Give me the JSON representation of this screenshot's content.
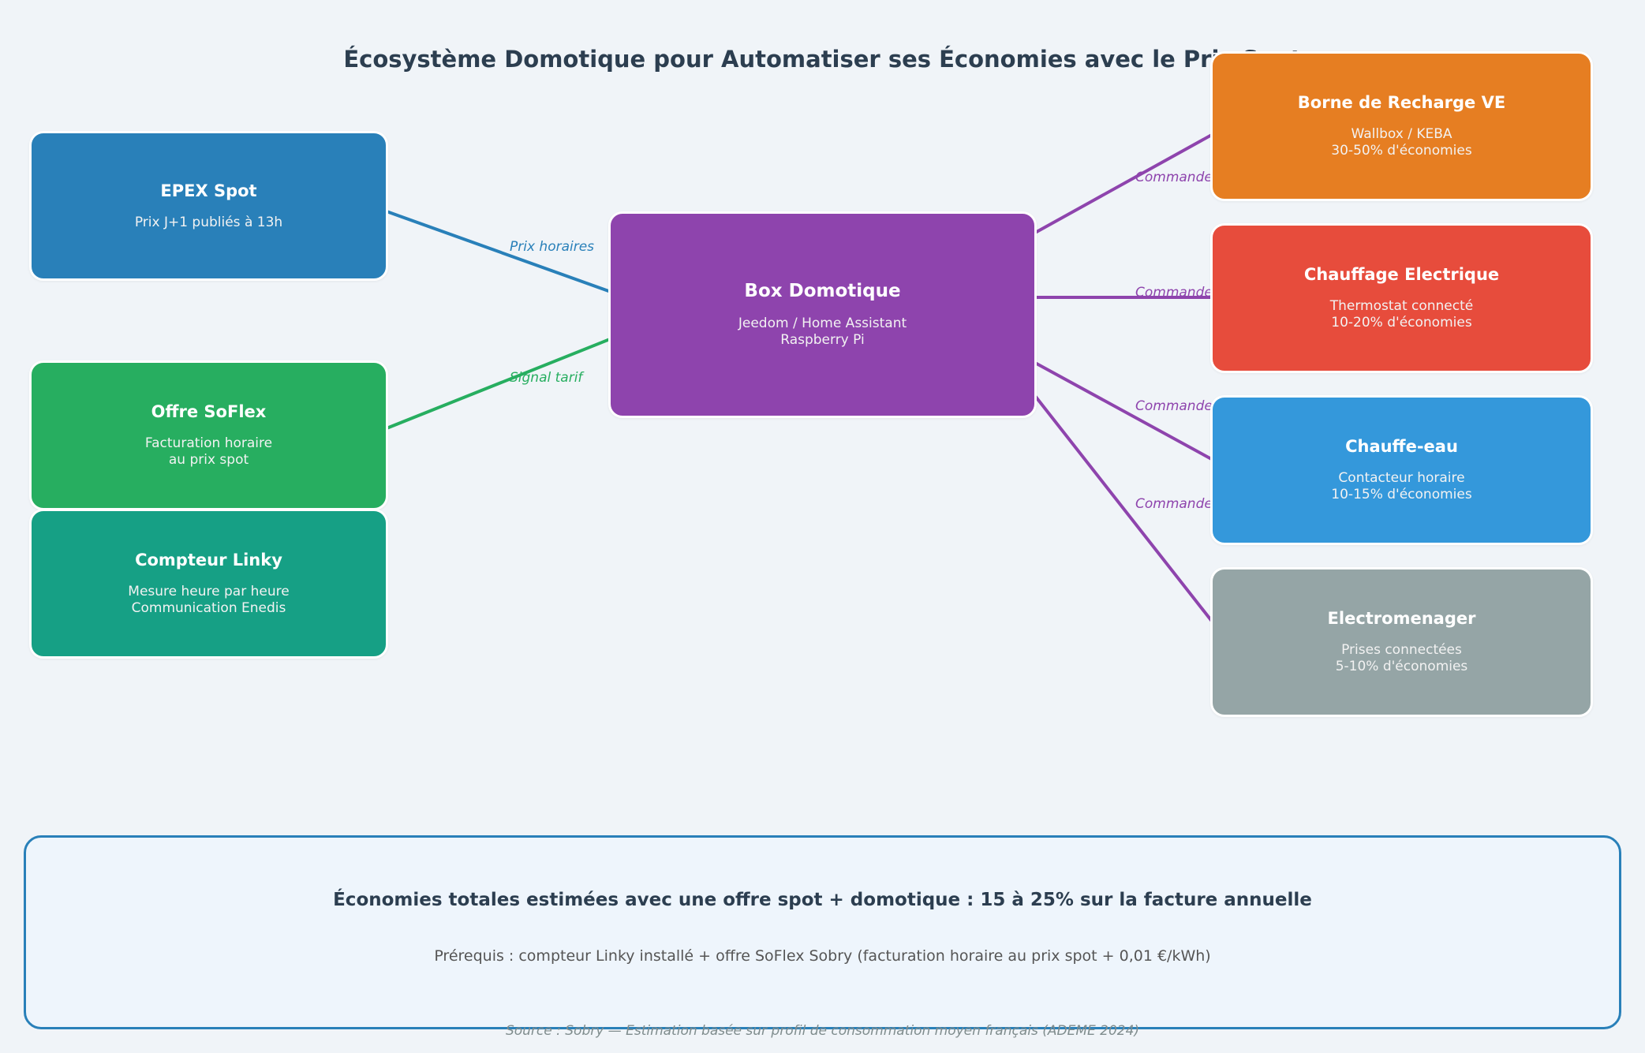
{
  "title": "Écosystème Domotique pour Automatiser ses Économies avec le Prix Spot",
  "inputs": [
    {
      "title": "EPEX Spot",
      "subtitle": "Prix J+1 publiés à 13h",
      "color": "#2980b9"
    },
    {
      "title": "Offre SoFlex",
      "subtitle": "Facturation horaire\nau prix spot",
      "color": "#27ae60"
    },
    {
      "title": "Compteur Linky",
      "subtitle": "Mesure heure par heure\nCommunication Enedis",
      "color": "#16a085"
    }
  ],
  "hub": {
    "title": "Box Domotique",
    "subtitle": "Jeedom / Home Assistant\nRaspberry Pi",
    "color": "#8e44ad"
  },
  "outputs": [
    {
      "title": "Borne de Recharge VE",
      "subtitle": "Wallbox / KEBA\n30-50% d'économies",
      "color": "#e67e22"
    },
    {
      "title": "Chauffage Electrique",
      "subtitle": "Thermostat connecté\n10-20% d'économies",
      "color": "#e74c3c"
    },
    {
      "title": "Chauffe-eau",
      "subtitle": "Contacteur horaire\n10-15% d'économies",
      "color": "#3498db"
    },
    {
      "title": "Electromenager",
      "subtitle": "Prises connectées\n5-10% d'économies",
      "color": "#95a5a6"
    }
  ],
  "edges": {
    "input_labels": [
      "Prix horaires",
      "Signal tarif"
    ],
    "input_colors": [
      "#2980b9",
      "#27ae60"
    ],
    "output_label": "Commande",
    "output_color": "#8e44ad"
  },
  "summary": {
    "main": "Économies totales estimées avec une offre spot + domotique : 15 à 25% sur la facture annuelle",
    "sub": "Prérequis : compteur Linky installé + offre SoFlex Sobry (facturation horaire au prix spot + 0,01 €/kWh)"
  },
  "source": "Source : Sobry — Estimation basée sur profil de consommation moyen français (ADEME 2024)"
}
